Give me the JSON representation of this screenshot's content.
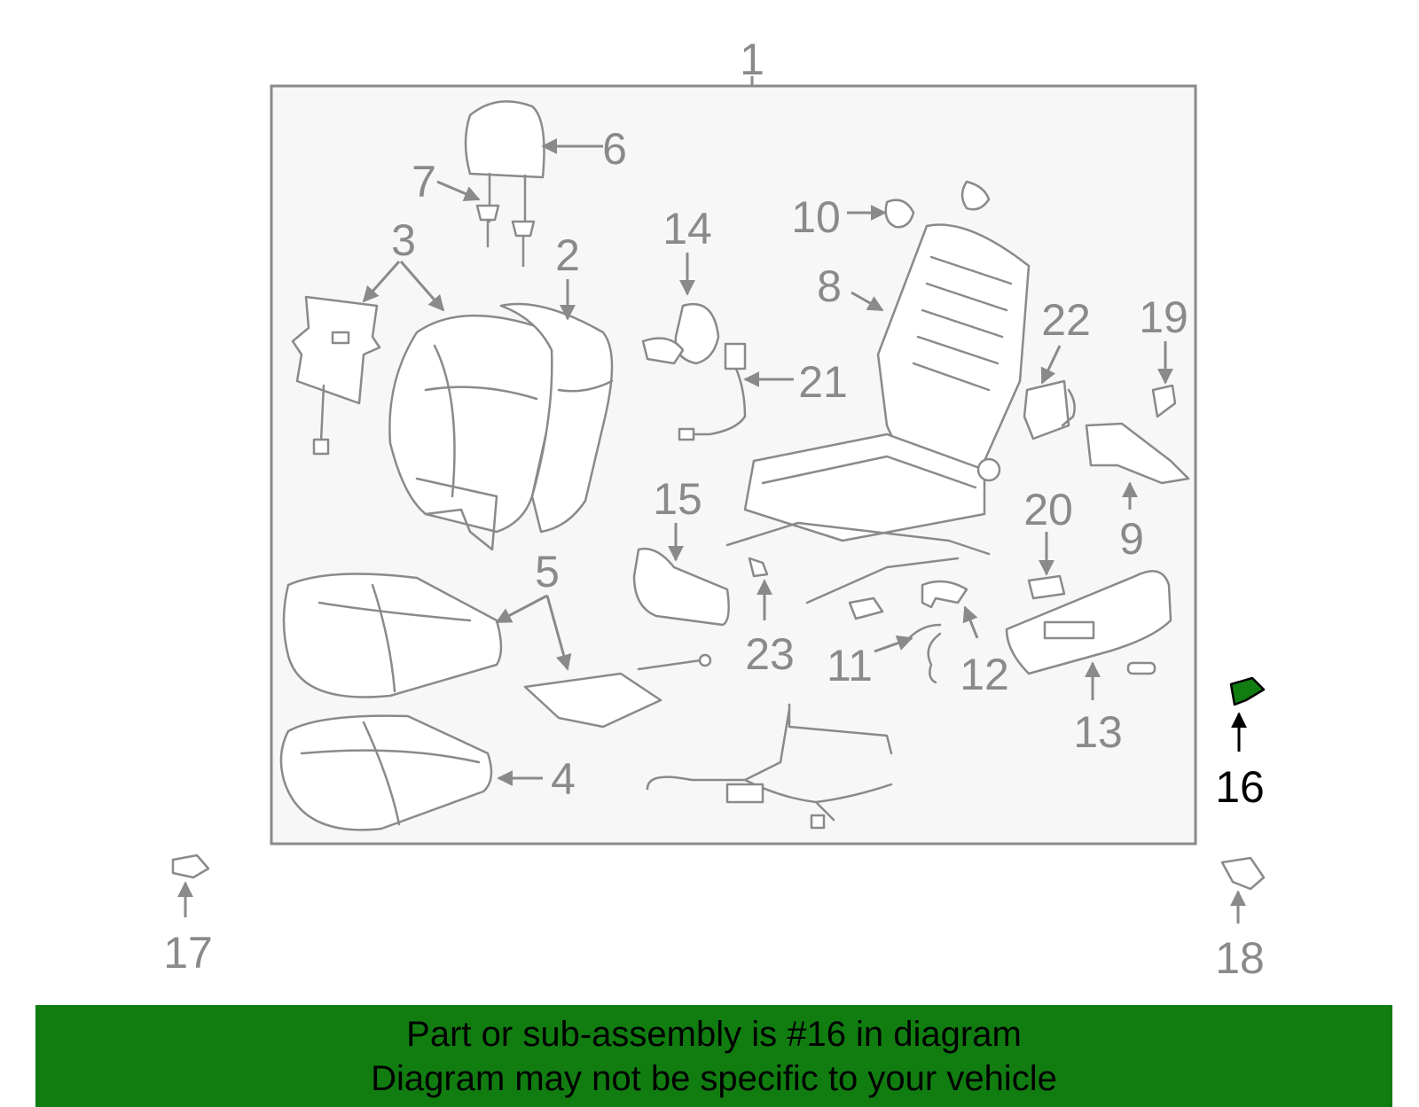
{
  "diagram": {
    "labels": {
      "l1": "1",
      "l2": "2",
      "l3": "3",
      "l4": "4",
      "l5": "5",
      "l6": "6",
      "l7": "7",
      "l8": "8",
      "l9": "9",
      "l10": "10",
      "l11": "11",
      "l12": "12",
      "l13": "13",
      "l14": "14",
      "l15": "15",
      "l16": "16",
      "l17": "17",
      "l18": "18",
      "l19": "19",
      "l20": "20",
      "l21": "21",
      "l22": "22",
      "l23": "23"
    },
    "highlighted_part": "16",
    "colors": {
      "highlight": "#117d11",
      "line": "#8a8a8a",
      "panel": "#f7f7f7"
    }
  },
  "banner": {
    "line1": "Part or sub-assembly is #16 in diagram",
    "line2": "Diagram may not be specific to your vehicle"
  }
}
